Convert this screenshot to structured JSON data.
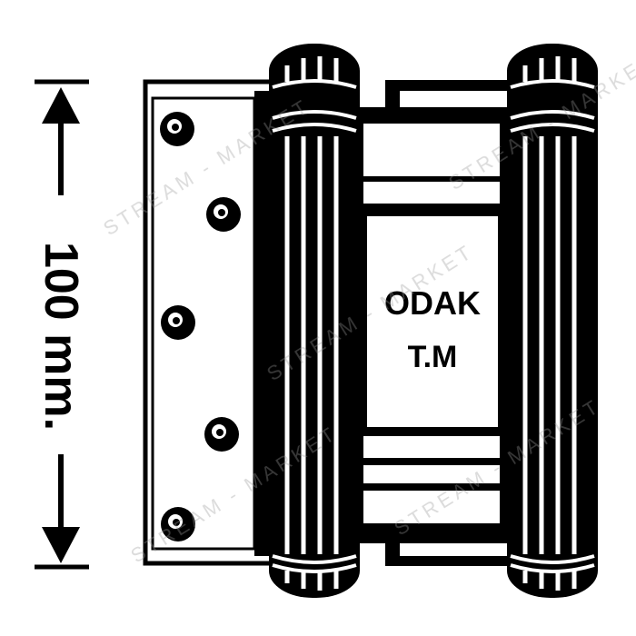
{
  "dimension": {
    "label": "100 mm."
  },
  "plate": {
    "brand_line1": "ODAK",
    "brand_line2": "T.M"
  },
  "watermark": {
    "text": "STREAM - MARKET"
  },
  "colors": {
    "ink": "#000000",
    "paper": "#ffffff",
    "watermark": "#c8c8c8"
  }
}
